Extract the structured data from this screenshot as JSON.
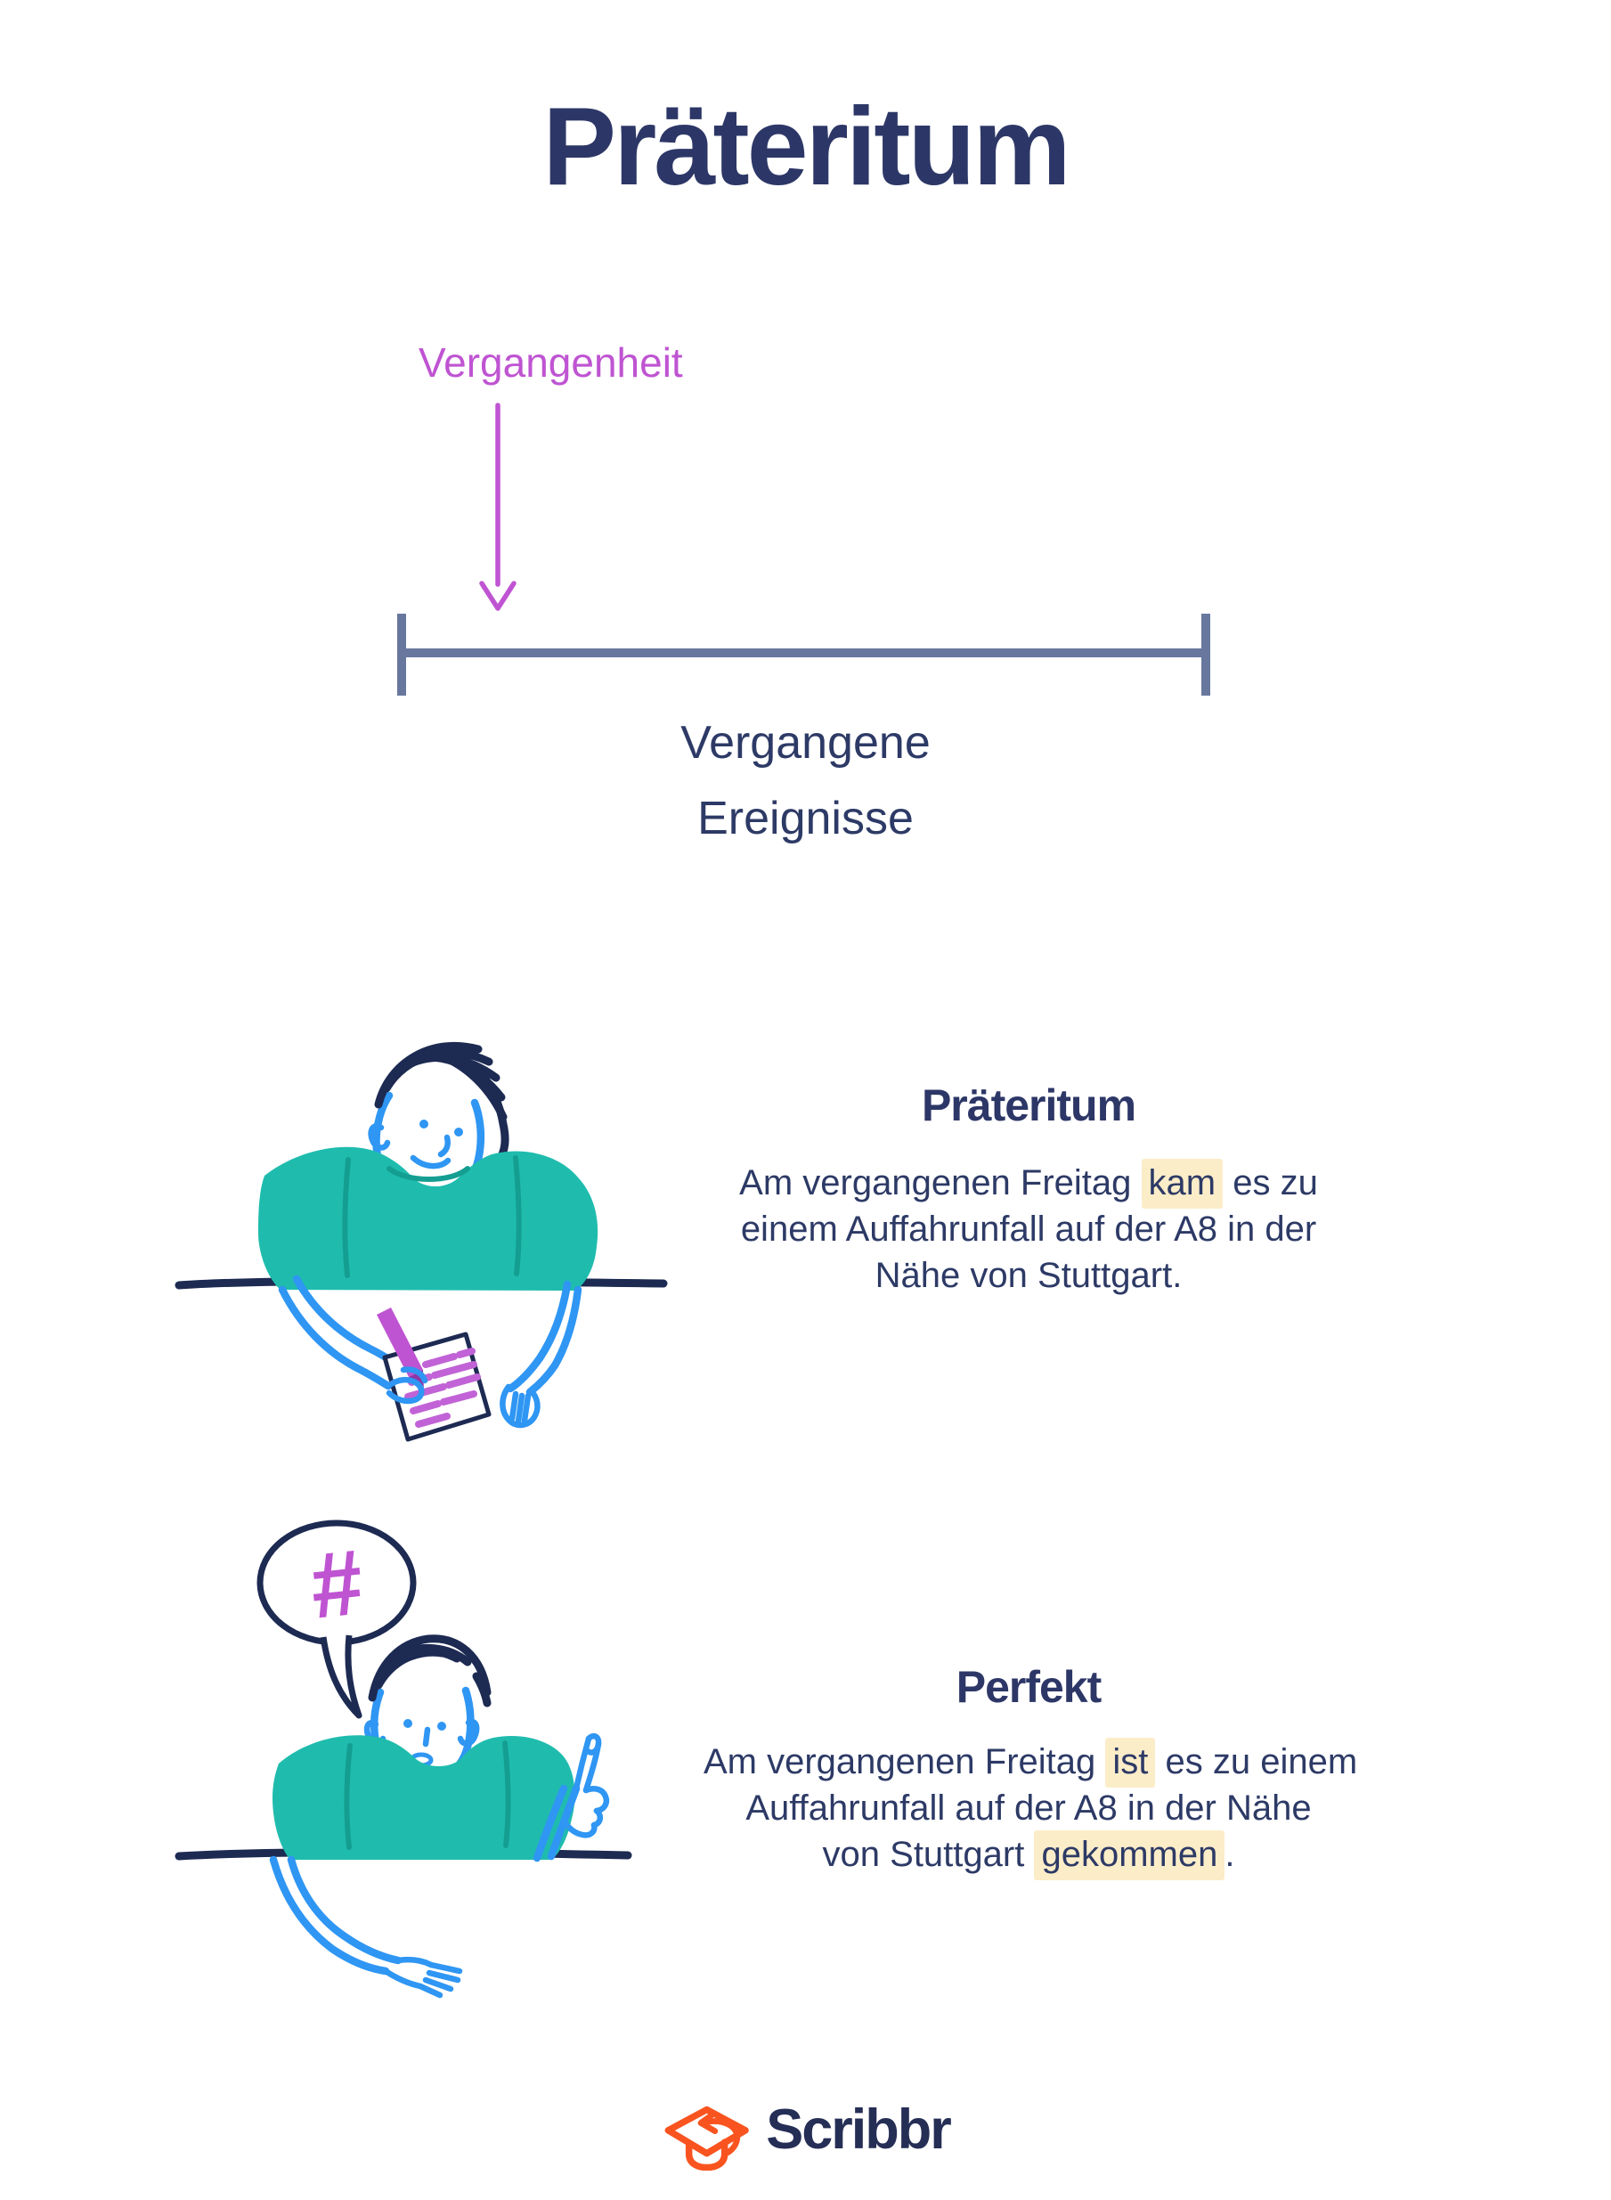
{
  "title": "Präteritum",
  "timeline": {
    "label": "Vergangenheit",
    "caption": [
      "Vergangene",
      "Ereignisse"
    ]
  },
  "sections": [
    {
      "heading": "Präteritum",
      "lines": [
        {
          "segments": [
            {
              "text": "Am vergangenen Freitag ",
              "highlight": false
            },
            {
              "text": "kam",
              "highlight": true
            },
            {
              "text": " es zu",
              "highlight": false
            }
          ]
        },
        {
          "segments": [
            {
              "text": "einem Auffahrunfall auf der A8 in der",
              "highlight": false
            }
          ]
        },
        {
          "segments": [
            {
              "text": "Nähe von Stuttgart.",
              "highlight": false
            }
          ]
        }
      ]
    },
    {
      "heading": "Perfekt",
      "lines": [
        {
          "segments": [
            {
              "text": "Am vergangenen Freitag ",
              "highlight": false
            },
            {
              "text": "ist",
              "highlight": true
            },
            {
              "text": " es zu einem",
              "highlight": false
            }
          ]
        },
        {
          "segments": [
            {
              "text": "Auffahrunfall auf der A8 in der Nähe",
              "highlight": false
            }
          ]
        },
        {
          "segments": [
            {
              "text": "von Stuttgart ",
              "highlight": false
            },
            {
              "text": "gekommen",
              "highlight": true
            },
            {
              "text": ".",
              "highlight": false
            }
          ]
        }
      ]
    }
  ],
  "illustrations": [
    {
      "name": "person-writing-at-desk"
    },
    {
      "name": "person-pointing-with-speech-bubble",
      "speech_symbol": "#"
    }
  ],
  "footer": {
    "brand": "Scribbr",
    "icon": "graduation-cap-icon"
  },
  "colors": {
    "navy": "#2d3767",
    "text": "#2d3a66",
    "magenta": "#bf54d2",
    "slate": "#68779e",
    "teal": "#1fbcae",
    "teal_dark": "#149e92",
    "blue": "#2f96f3",
    "ink": "#1d2a52",
    "highlight": "#fcedc9",
    "purple_text": "#c163d6",
    "pen_dark": "#8e35a8",
    "orange": "#f95420",
    "brand_navy": "#252e55"
  }
}
